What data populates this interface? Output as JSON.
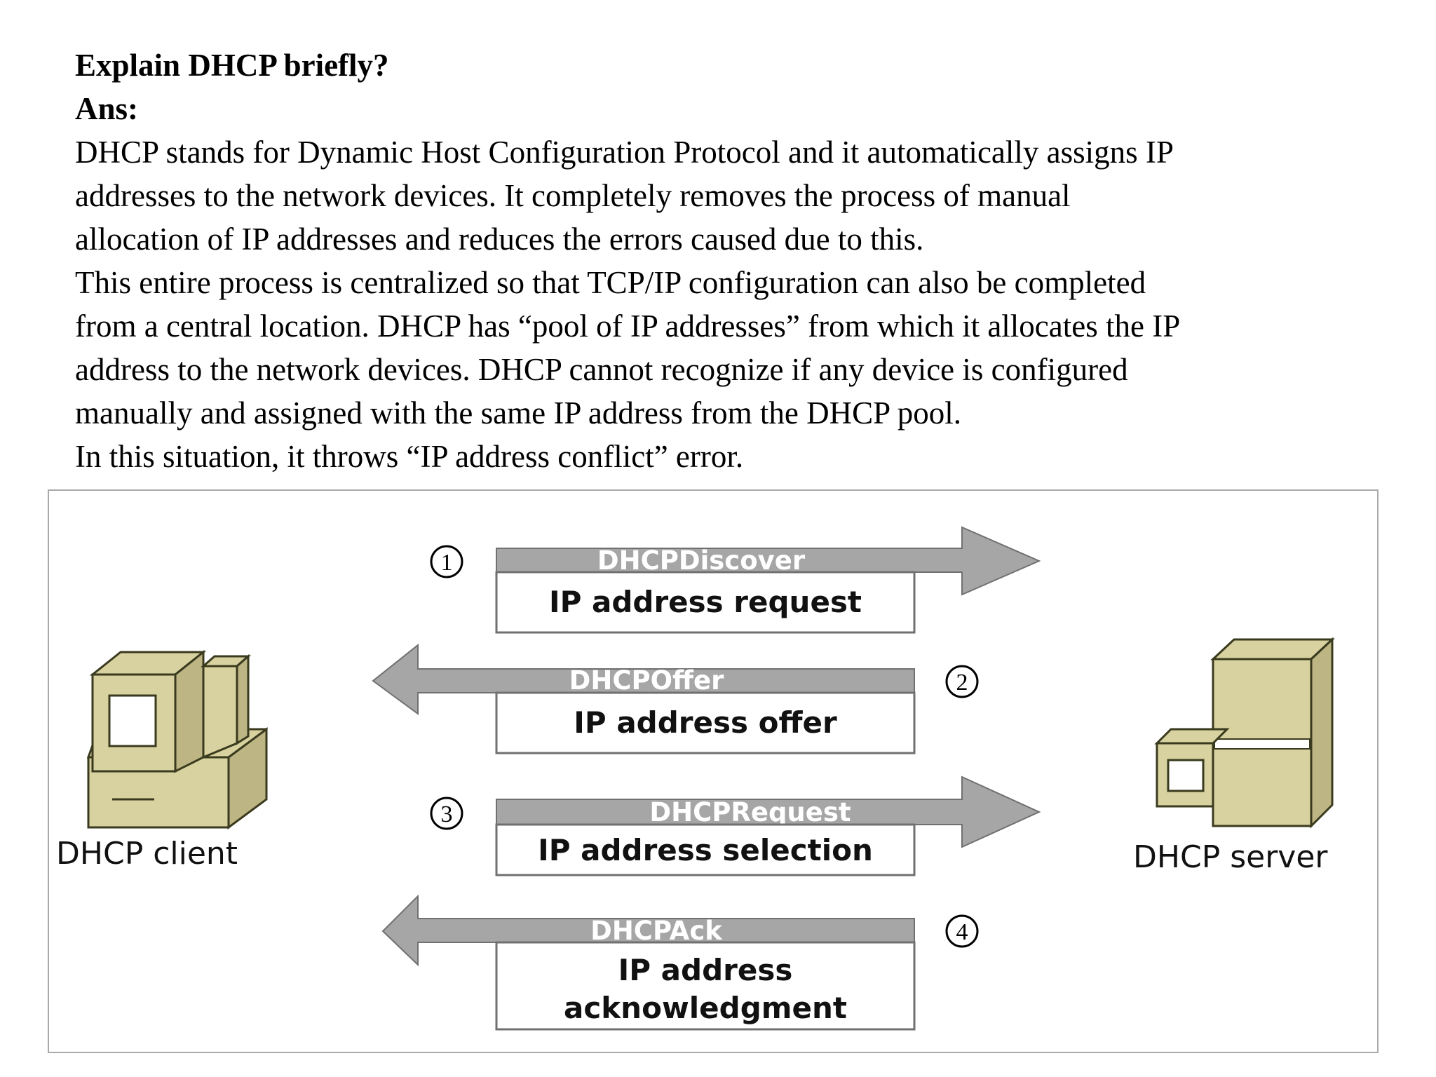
{
  "question": "Explain DHCP briefly?",
  "answer_label": "Ans:",
  "paragraph_lines": [
    "DHCP stands for Dynamic Host Configuration Protocol and it automatically assigns IP",
    "addresses to the network devices. It completely removes the process of manual",
    "allocation of IP addresses and reduces the errors caused due to this.",
    "This entire process is centralized so that TCP/IP configuration can also be completed",
    "from a central location. DHCP has “pool of IP addresses” from which it allocates the IP",
    "address to the network devices. DHCP cannot recognize if any device is configured",
    "manually and assigned with the same IP address from the DHCP pool.",
    "In this situation, it throws “IP address conflict” error."
  ],
  "diagram": {
    "client_label": "DHCP client",
    "server_label": "DHCP server",
    "steps": [
      {
        "number": "1",
        "message": "DHCPDiscover",
        "description": [
          "IP address request"
        ],
        "direction": "to-server"
      },
      {
        "number": "2",
        "message": "DHCPOffer",
        "description": [
          "IP address offer"
        ],
        "direction": "to-client"
      },
      {
        "number": "3",
        "message": "DHCPRequest",
        "description": [
          "IP address selection"
        ],
        "direction": "to-server"
      },
      {
        "number": "4",
        "message": "DHCPAck",
        "description": [
          "IP address",
          "acknowledgment"
        ],
        "direction": "to-client"
      }
    ],
    "colors": {
      "arrow_fill": "#a6a6a6",
      "arrow_stroke": "#707070",
      "device_fill": "#d8d2a0",
      "device_shade": "#bdb684",
      "device_stroke": "#3a3a1e"
    }
  }
}
